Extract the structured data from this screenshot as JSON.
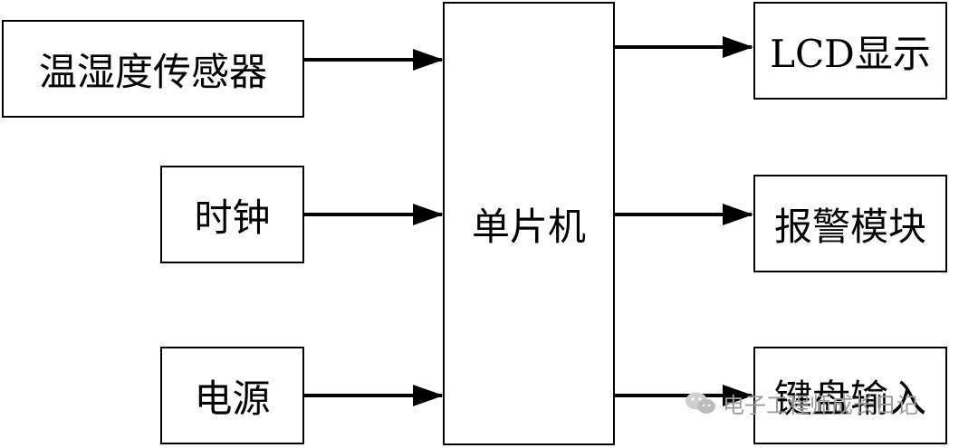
{
  "inputs": {
    "sensor": "温湿度传感器",
    "clock": "时钟",
    "power": "电源"
  },
  "mcu": "单片机",
  "outputs": {
    "lcd": "LCD显示",
    "alarm": "报警模块",
    "keyboard": "键盘输入"
  },
  "watermark": {
    "text": "电子工程师成长日记",
    "icon": "wechat-icon"
  }
}
